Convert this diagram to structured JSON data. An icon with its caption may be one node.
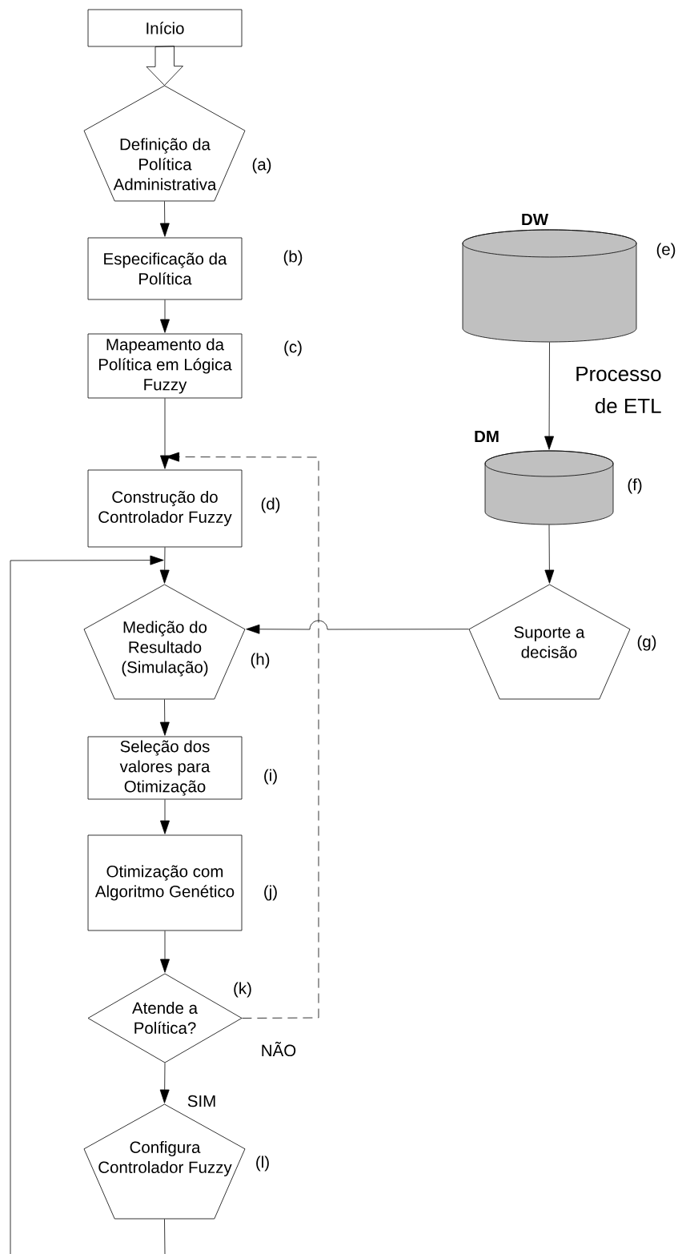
{
  "diagram": {
    "nodes": [
      {
        "text": [
          "Início"
        ]
      },
      {
        "text": [
          "Definição da Política Administrativa"
        ],
        "beside": [
          "(a)"
        ]
      },
      {
        "text": [
          "Especificação da Política"
        ],
        "beside": [
          "(b)"
        ]
      },
      {
        "text": [
          "Mapeamento da Política em Lógica Fuzzy"
        ],
        "beside": [
          "(c)"
        ]
      },
      {
        "text": [
          "Construção do Controlador Fuzzy"
        ],
        "beside": [
          "(d)"
        ]
      },
      {
        "text": [
          "Medição do Resultado (Simulação)"
        ],
        "beside": [
          "(h)"
        ]
      },
      {
        "text": [
          "Seleção dos valores para Otimização"
        ],
        "beside": [
          "(i)"
        ]
      },
      {
        "text": [
          "Otimização com Algoritmo Genético"
        ],
        "beside": [
          "(j)"
        ]
      },
      {
        "text": [
          "Atende a Política?"
        ],
        "beside": [
          "(k)"
        ]
      },
      {
        "text": [
          "Configura Controlador Fuzzy"
        ],
        "beside": [
          "(l)"
        ]
      },
      {
        "text": [
          "DW"
        ],
        "beside": [
          "(e)"
        ]
      },
      {
        "text": [
          "DM"
        ],
        "beside": [
          "(f)"
        ]
      },
      {
        "text": [
          "Suporte a decisão"
        ],
        "beside": [
          "(g)"
        ]
      }
    ],
    "edges": [
      {
        "from": 0,
        "to": 1,
        "arrow": "to",
        "style": "thick"
      },
      {
        "from": 1,
        "to": 2,
        "arrow": "to"
      },
      {
        "from": 2,
        "to": 3,
        "arrow": "to"
      },
      {
        "from": 3,
        "to": 4,
        "arrow": "to"
      },
      {
        "from": 4,
        "to": 5,
        "arrow": "to"
      },
      {
        "from": 5,
        "to": 6,
        "arrow": "to"
      },
      {
        "from": 6,
        "to": 7,
        "arrow": "to"
      },
      {
        "from": 7,
        "to": 8,
        "arrow": "to"
      },
      {
        "from": 8,
        "to": 9,
        "arrow": "to",
        "label": "SIM"
      },
      {
        "from": 8,
        "to": 4,
        "arrow": "to",
        "style": "dashed",
        "label": "NÃO"
      },
      {
        "from": 10,
        "to": 11,
        "arrow": "to",
        "label": "Processo de ETL"
      },
      {
        "from": 11,
        "to": 12,
        "arrow": "to"
      },
      {
        "from": 12,
        "to": 5,
        "arrow": "to"
      },
      {
        "from": 9,
        "to": null,
        "arrow": "none"
      },
      {
        "from": null,
        "to": 5,
        "arrow": "to"
      }
    ]
  }
}
